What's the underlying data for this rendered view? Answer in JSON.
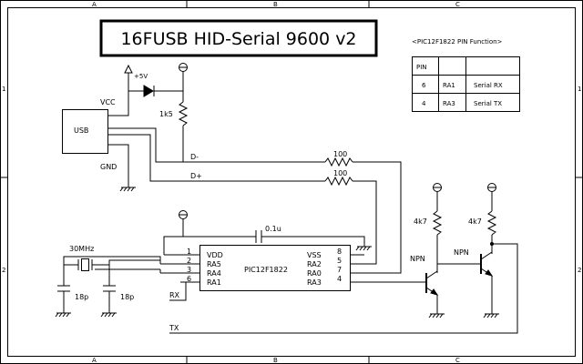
{
  "title": "16FUSB HID-Serial 9600 v2",
  "grid": {
    "columns": [
      "A",
      "B",
      "C"
    ],
    "rows": [
      "1",
      "2"
    ]
  },
  "pin_table": {
    "caption": "<PIC12F1822 PIN Function>",
    "header": [
      "PIN",
      "",
      ""
    ],
    "rows": [
      [
        "6",
        "RA1",
        "Serial RX"
      ],
      [
        "4",
        "RA3",
        "Serial TX"
      ]
    ]
  },
  "components": {
    "usb_label": "USB",
    "vcc_label": "VCC",
    "gnd_label": "GND",
    "supply_label": "+5V",
    "r_pullup": "1k5",
    "dminus": "D-",
    "dplus": "D+",
    "r_series_1": "100",
    "r_series_2": "100",
    "cap_decouple": "0.1u",
    "crystal": "30MHz",
    "cap_x1": "18p",
    "cap_x2": "18p",
    "r_base_1": "4k7",
    "r_base_2": "4k7",
    "npn_1": "NPN",
    "npn_2": "NPN",
    "rx_label": "RX",
    "tx_label": "TX"
  },
  "ic": {
    "name": "PIC12F1822",
    "left_pins": [
      {
        "num": "1",
        "name": "VDD"
      },
      {
        "num": "2",
        "name": "RA5"
      },
      {
        "num": "3",
        "name": "RA4"
      },
      {
        "num": "6",
        "name": "RA1"
      }
    ],
    "right_pins": [
      {
        "num": "8",
        "name": "VSS"
      },
      {
        "num": "5",
        "name": "RA2"
      },
      {
        "num": "7",
        "name": "RA0"
      },
      {
        "num": "4",
        "name": "RA3"
      }
    ]
  }
}
